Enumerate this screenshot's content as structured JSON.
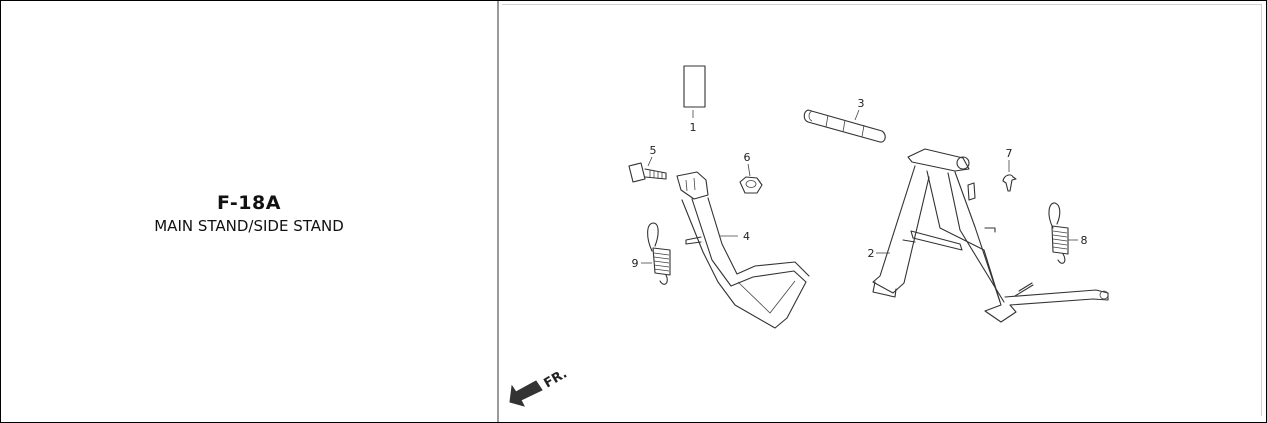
{
  "section": {
    "code": "F-18A",
    "name": "MAIN STAND/SIDE STAND"
  },
  "diagram": {
    "part_labels": [
      "1",
      "2",
      "3",
      "4",
      "5",
      "6",
      "7",
      "8",
      "9"
    ],
    "direction_label": "FR.",
    "icons": [
      "front-direction-arrow-icon"
    ]
  },
  "colors": {
    "line": "#333333",
    "divider": "#9a9a9a",
    "background": "#ffffff"
  }
}
